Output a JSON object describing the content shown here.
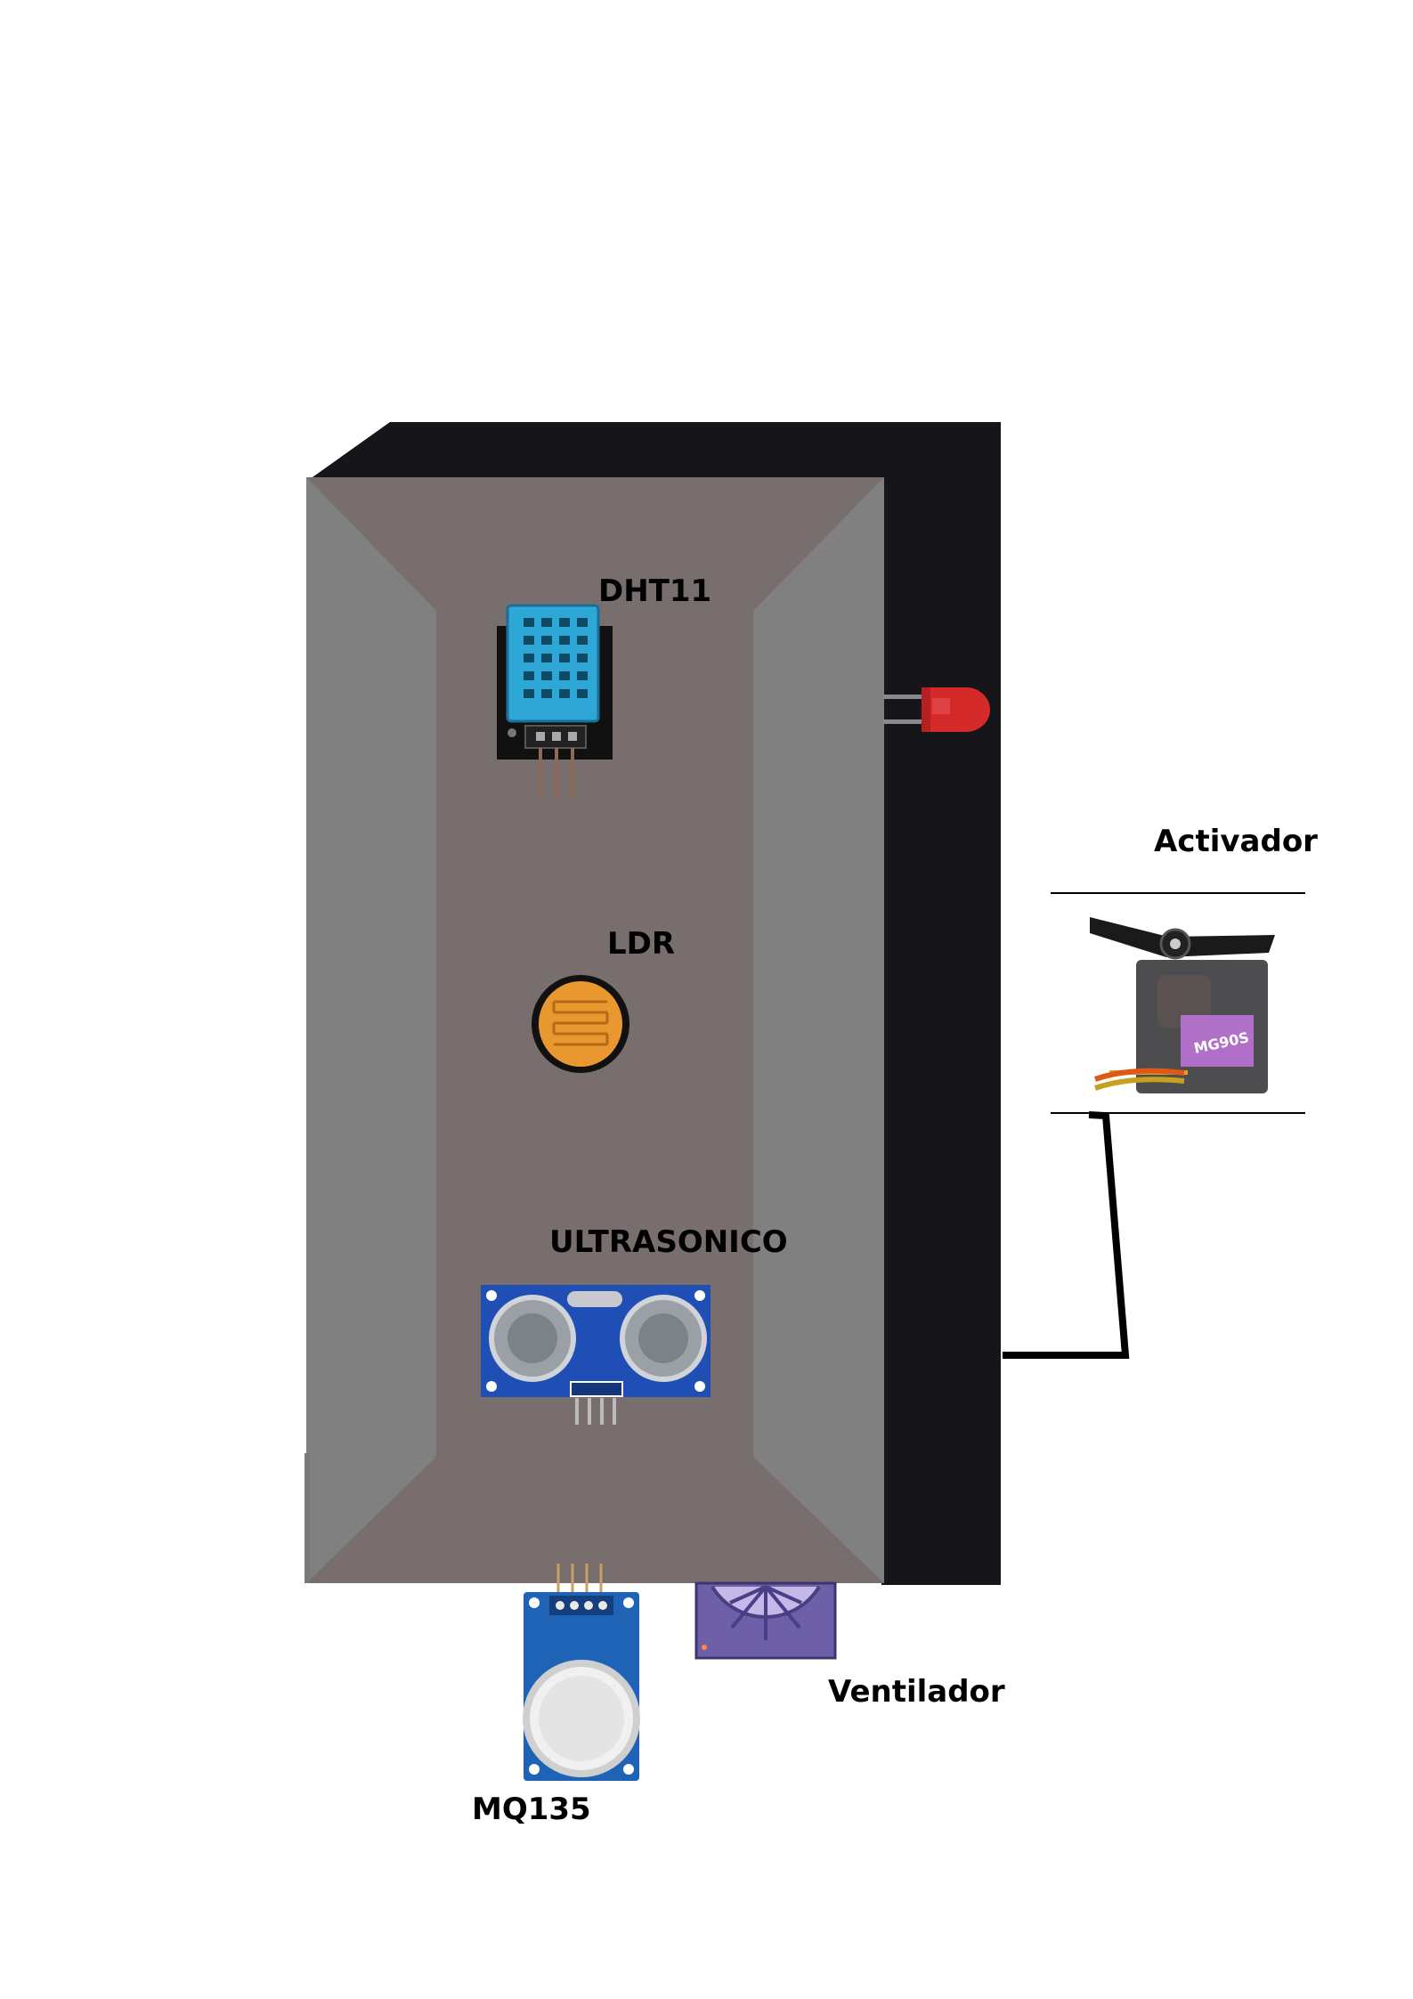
{
  "labels": {
    "dht11": "DHT11",
    "ldr": "LDR",
    "ultrasonic": "ULTRASONICO",
    "actuator": "Activador",
    "fan": "Ventilador",
    "mq135": "MQ135"
  },
  "colors": {
    "background": "#ffffff",
    "box_back": "#16161a",
    "box_face": "#786e6e",
    "box_bevel": "#808080",
    "led": "#d42a2a",
    "dht11_sensor": "#2fa7d6",
    "ldr_body": "#e8982e",
    "ultrasonic_board": "#1f4fb4",
    "mq135_board": "#1e63b5",
    "fan_body": "#6d5fa8",
    "servo_label": "#b070c8",
    "wire": "#000000"
  },
  "components": [
    {
      "name": "dht11",
      "icon": "temperature-humidity-sensor-icon"
    },
    {
      "name": "ldr",
      "icon": "photoresistor-icon"
    },
    {
      "name": "ultrasonic",
      "icon": "ultrasonic-sensor-icon"
    },
    {
      "name": "led",
      "icon": "led-icon"
    },
    {
      "name": "servo",
      "icon": "servo-motor-icon"
    },
    {
      "name": "fan",
      "icon": "fan-icon"
    },
    {
      "name": "mq135",
      "icon": "gas-sensor-icon"
    }
  ]
}
